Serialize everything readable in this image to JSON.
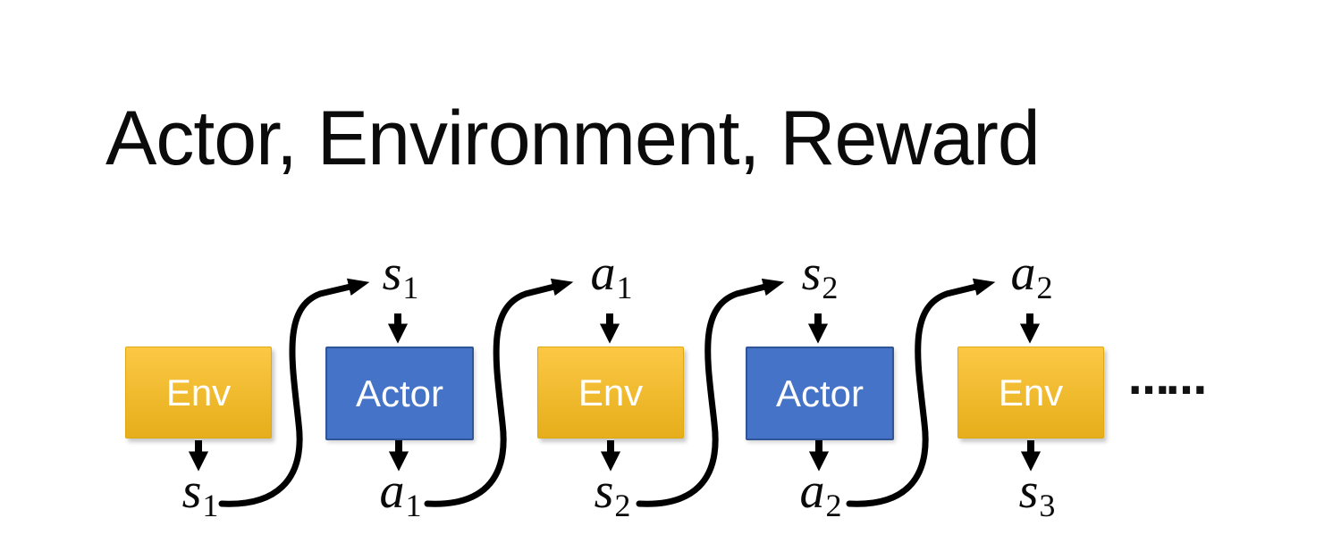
{
  "slide": {
    "title": "Actor, Environment, Reward",
    "ellipsis": "……"
  },
  "colors": {
    "env_fill_top": "#FCC845",
    "env_fill_bottom": "#E6AE1B",
    "actor_fill": "#4573C8",
    "actor_border": "#2F5597",
    "box_text": "#FFFFFF",
    "arrow": "#000000",
    "title_text": "#0B0B0B",
    "background": "#FFFFFF"
  },
  "diagram": {
    "nodes": [
      {
        "type": "env",
        "label": "Env",
        "input": null,
        "output": {
          "base": "s",
          "sub": "1"
        }
      },
      {
        "type": "actor",
        "label": "Actor",
        "input": {
          "base": "s",
          "sub": "1"
        },
        "output": {
          "base": "a",
          "sub": "1"
        }
      },
      {
        "type": "env",
        "label": "Env",
        "input": {
          "base": "a",
          "sub": "1"
        },
        "output": {
          "base": "s",
          "sub": "2"
        }
      },
      {
        "type": "actor",
        "label": "Actor",
        "input": {
          "base": "s",
          "sub": "2"
        },
        "output": {
          "base": "a",
          "sub": "2"
        }
      },
      {
        "type": "env",
        "label": "Env",
        "input": {
          "base": "a",
          "sub": "2"
        },
        "output": {
          "base": "s",
          "sub": "3"
        }
      }
    ],
    "connections": [
      {
        "from": "s1",
        "to": "s1"
      },
      {
        "from": "a1",
        "to": "a1"
      },
      {
        "from": "s2",
        "to": "s2"
      },
      {
        "from": "a2",
        "to": "a2"
      }
    ]
  }
}
